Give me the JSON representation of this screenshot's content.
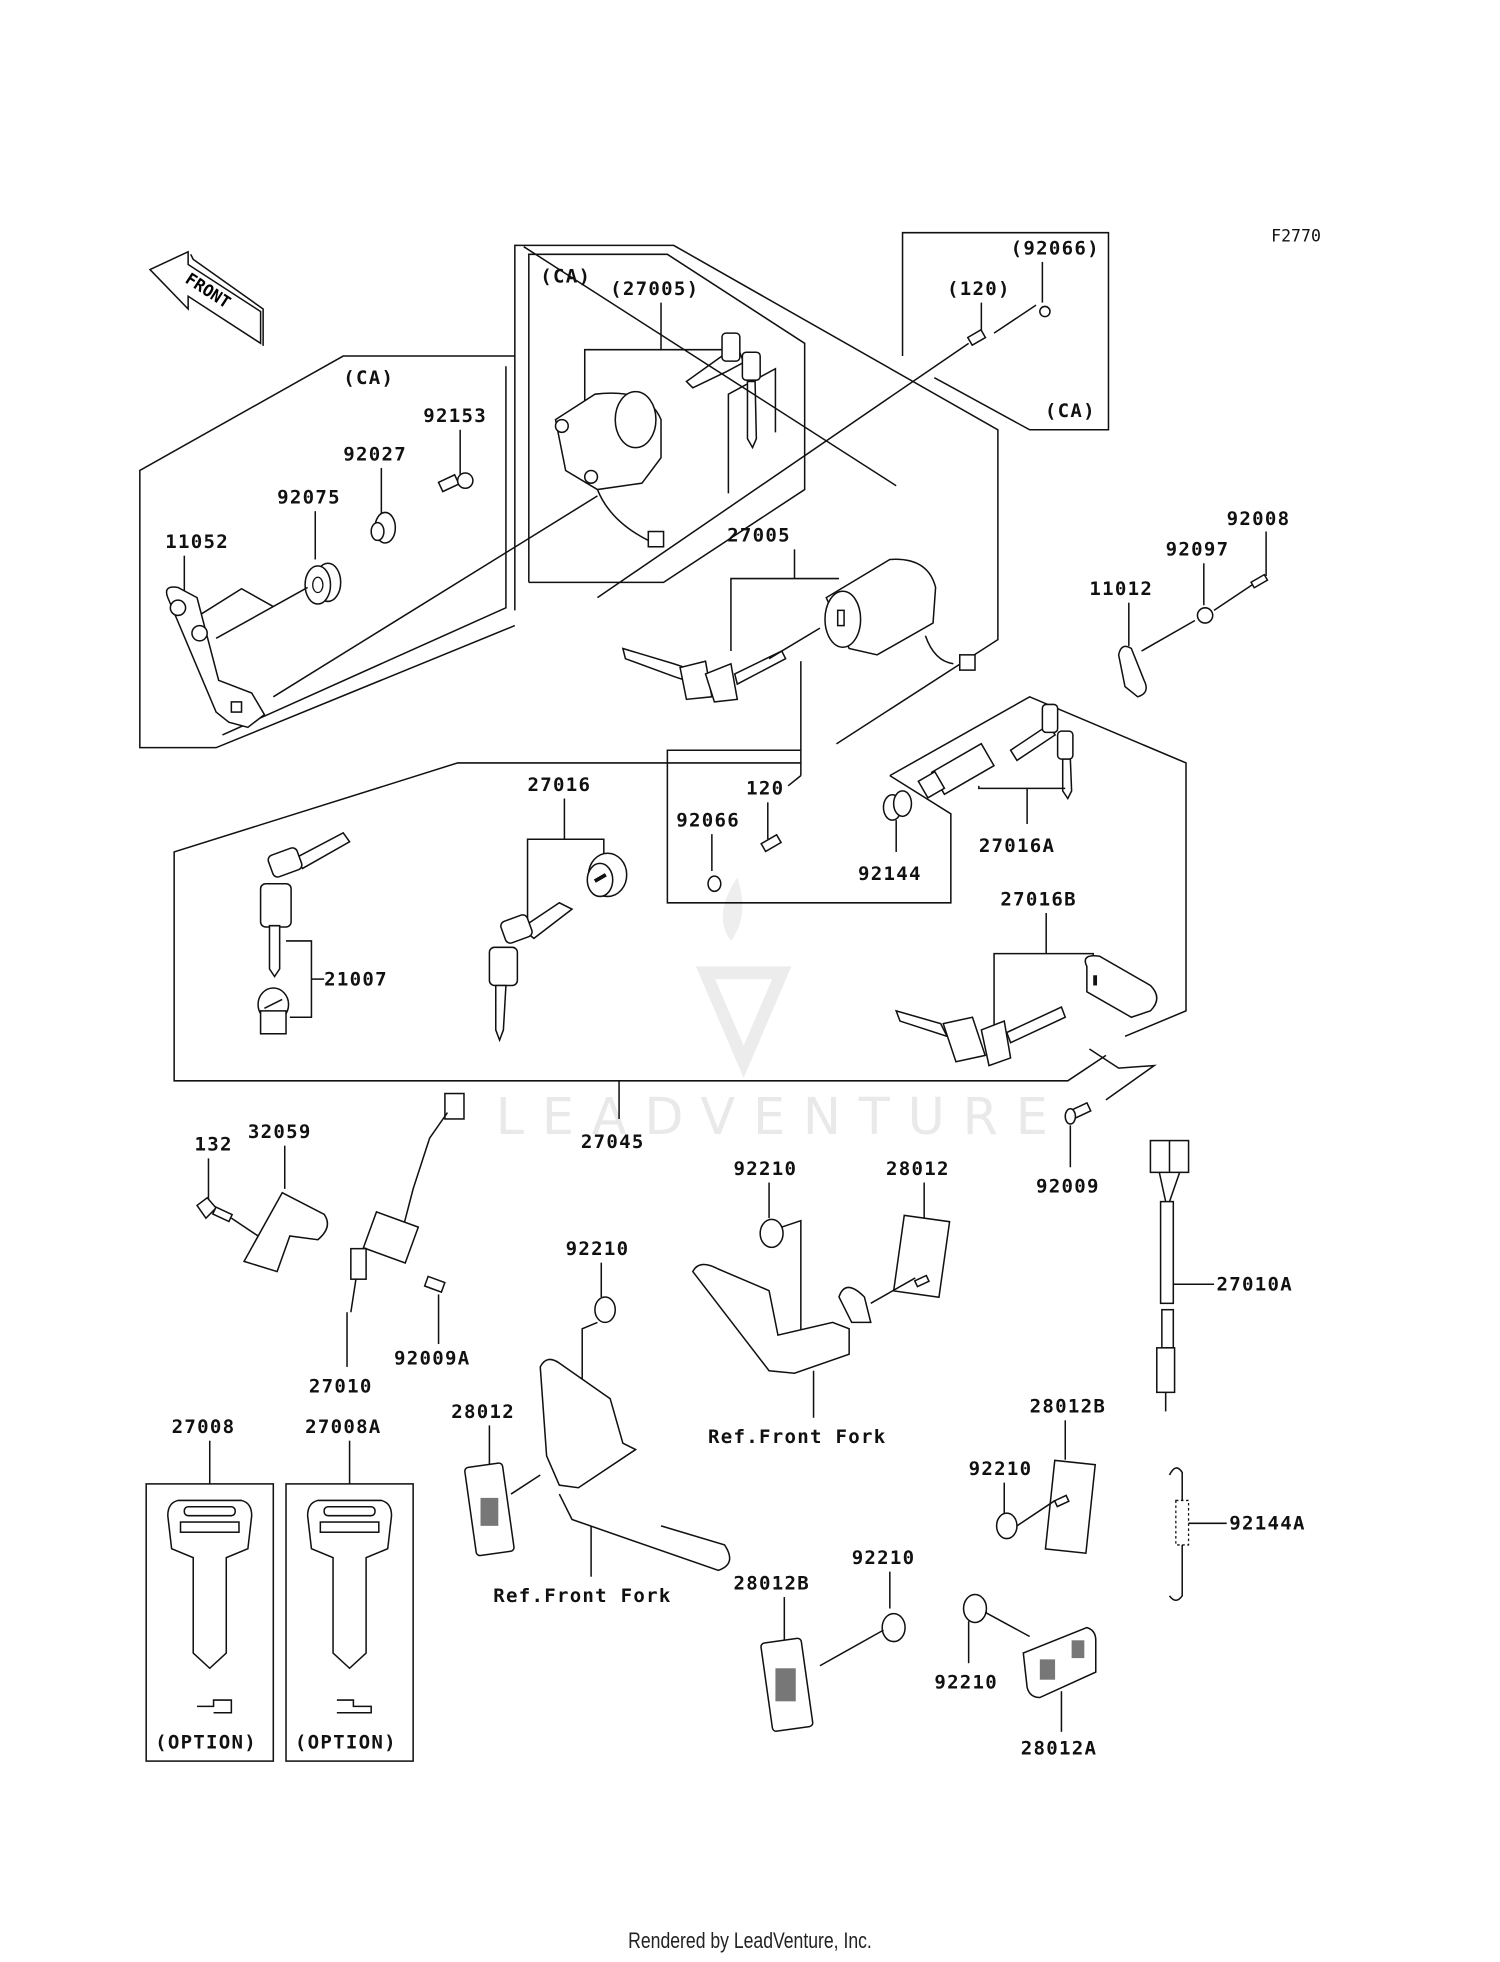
{
  "diagram": {
    "code": "F2770",
    "front_arrow": "FRONT",
    "watermark": "LEADVENTURE",
    "footer": "Rendered by LeadVenture, Inc."
  },
  "groups": {
    "ca_left": "(CA)",
    "ca_center": "(CA)",
    "ca_right": "(CA)"
  },
  "labels": {
    "p27005_paren": "(27005)",
    "p92066_paren": "(92066)",
    "p120_paren": "(120)",
    "p92153": "92153",
    "p92027": "92027",
    "p92075": "92075",
    "p11052": "11052",
    "p27005": "27005",
    "p92008": "92008",
    "p92097": "92097",
    "p11012": "11012",
    "p27016": "27016",
    "p120": "120",
    "p92066": "92066",
    "p92144": "92144",
    "p27016A": "27016A",
    "p27016B": "27016B",
    "p21007": "21007",
    "p27045": "27045",
    "p132": "132",
    "p32059": "32059",
    "p92009": "92009",
    "p92210_a": "92210",
    "p28012_a": "28012",
    "p92210_b": "92210",
    "p27010A": "27010A",
    "p92009A": "92009A",
    "p27010": "27010",
    "p27008": "27008",
    "p27008A": "27008A",
    "p28012_b": "28012",
    "ref_front_fork_a": "Ref.Front Fork",
    "ref_front_fork_b": "Ref.Front Fork",
    "p28012B_a": "28012B",
    "p92210_c": "92210",
    "p92144A": "92144A",
    "p92210_d": "92210",
    "p28012B_b": "28012B",
    "p92210_e": "92210",
    "p28012A": "28012A",
    "option_a": "(OPTION)",
    "option_b": "(OPTION)"
  }
}
